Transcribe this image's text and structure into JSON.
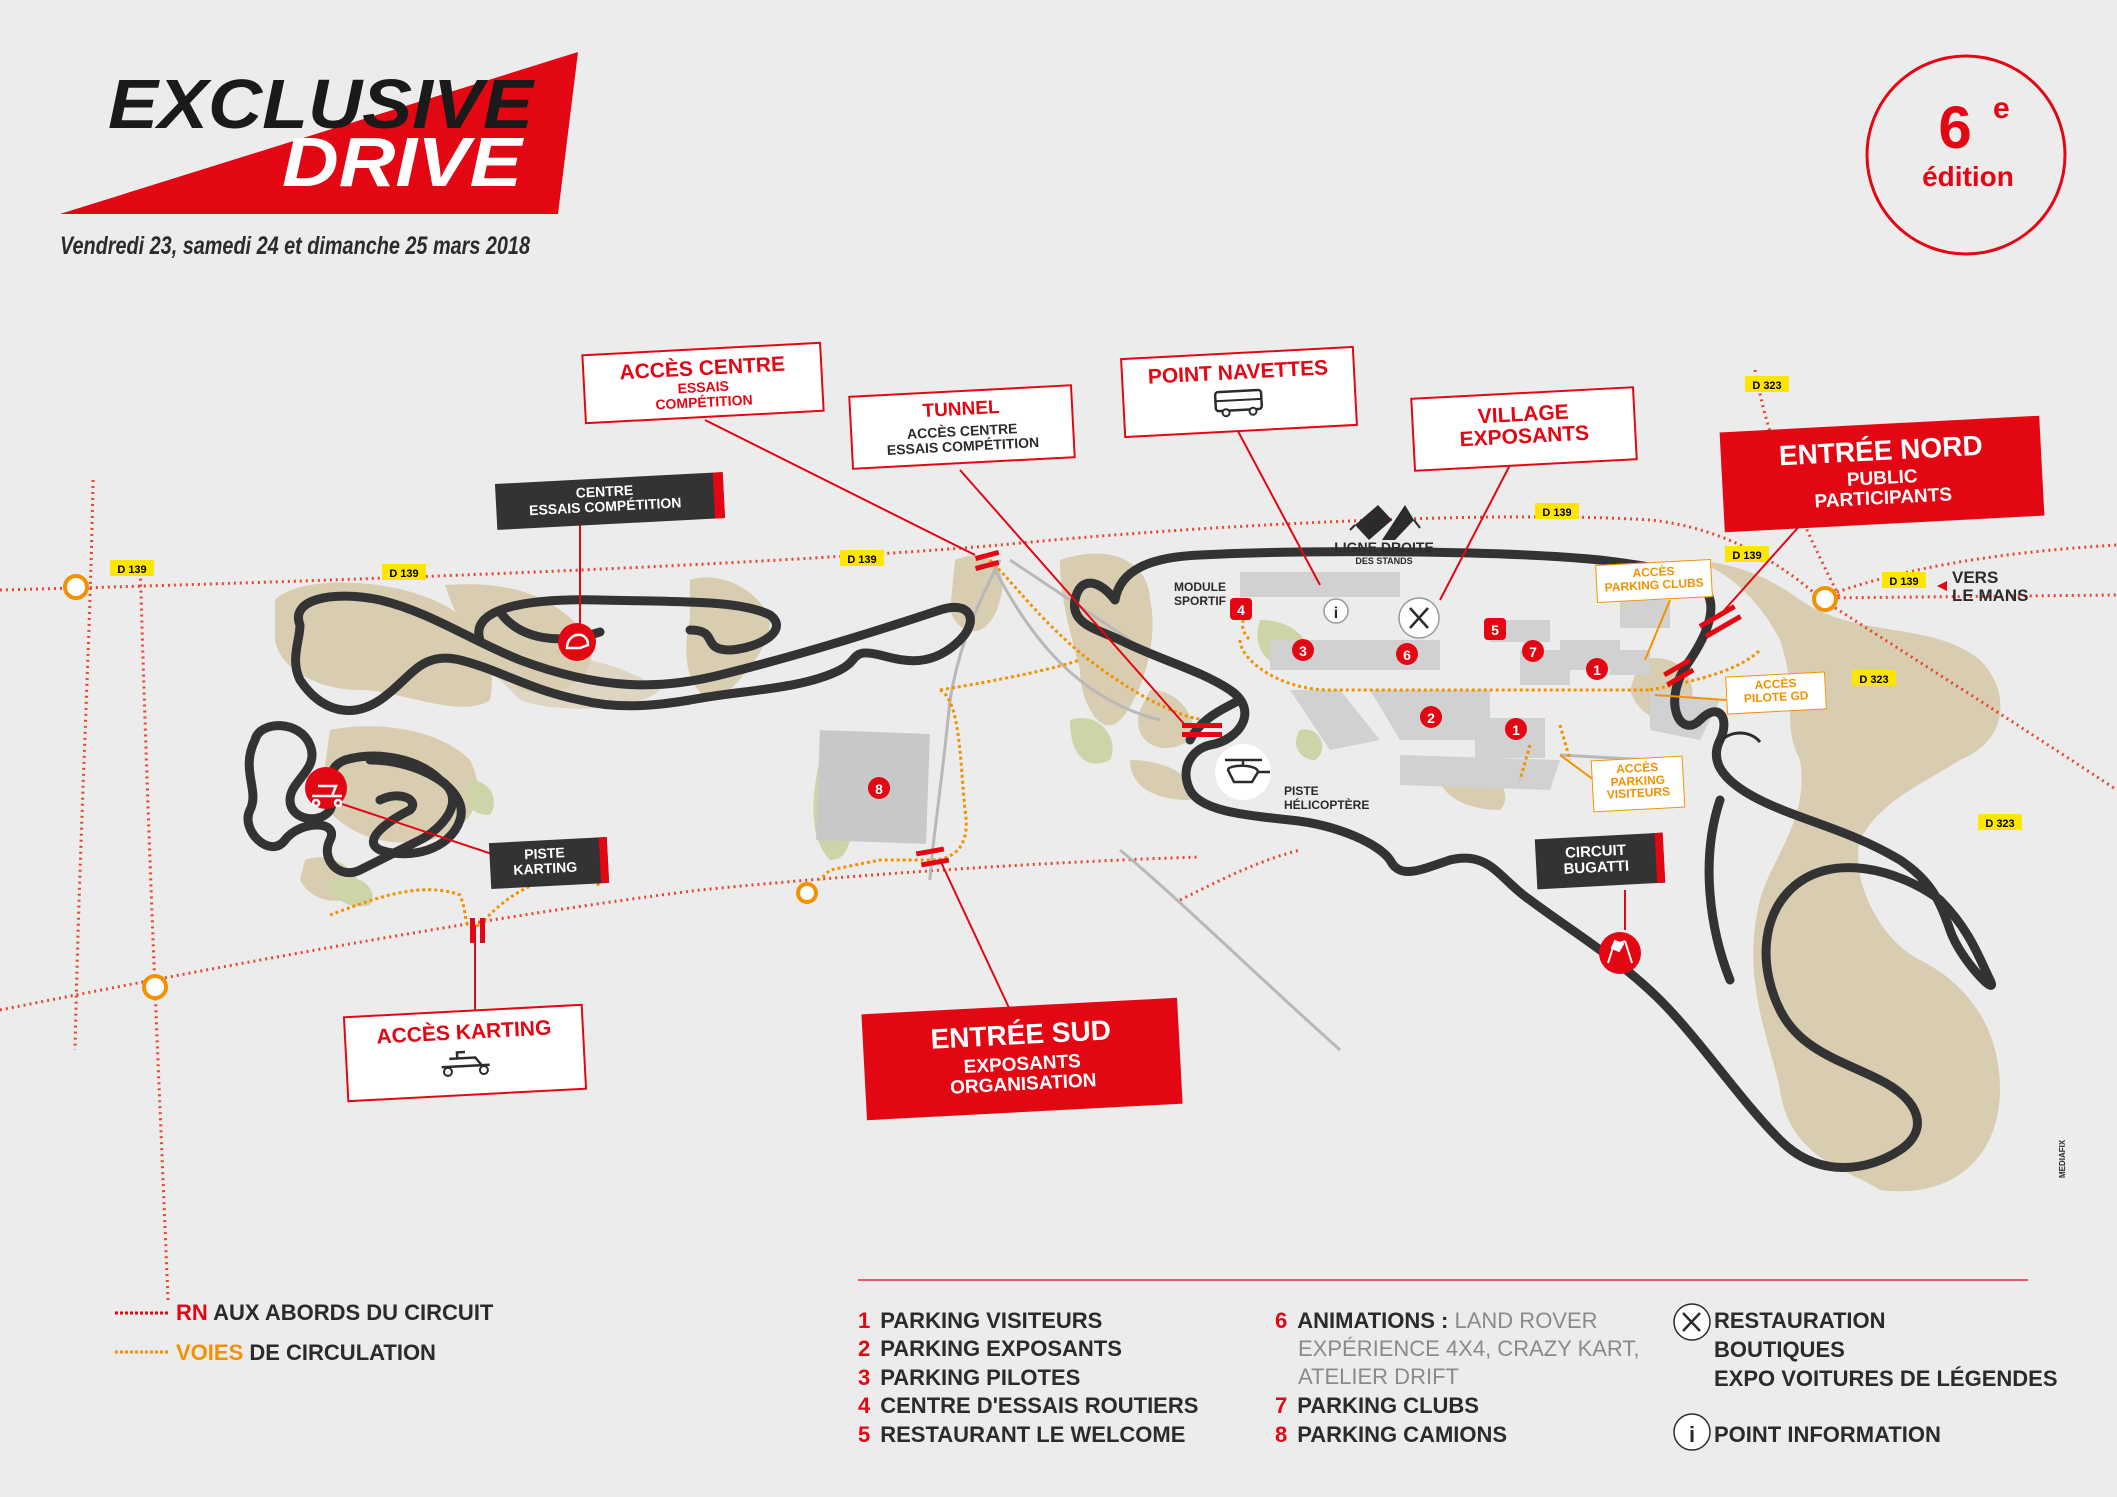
{
  "header": {
    "logo_line1": "EXCLUSIVE",
    "logo_line2": "DRIVE",
    "dates": "Vendredi 23, samedi 24 et dimanche 25 mars 2018",
    "edition_number": "6",
    "edition_sup": "e",
    "edition_word": "édition"
  },
  "colors": {
    "accent": "#e30613",
    "track": "#333333",
    "road": "#e8462f",
    "lane": "#f39200",
    "terrain": "#d8cdb0",
    "background": "#ececec"
  },
  "roads": {
    "d139_labels": [
      "D 139",
      "D 139",
      "D 139",
      "D 139",
      "D 139",
      "D 139"
    ],
    "d323_labels": [
      "D 323",
      "D 323",
      "D 323"
    ],
    "vers": [
      "VERS",
      "LE MANS"
    ]
  },
  "callouts": {
    "acces_centre": {
      "title": "ACCÈS CENTRE",
      "sub1": "ESSAIS",
      "sub2": "COMPÉTITION"
    },
    "tunnel": {
      "title": "TUNNEL",
      "sub1": "ACCÈS CENTRE",
      "sub2": "ESSAIS COMPÉTITION"
    },
    "point_navettes": {
      "title": "POINT NAVETTES",
      "icon": "bus-icon"
    },
    "village": {
      "line1": "VILLAGE",
      "line2": "EXPOSANTS"
    },
    "entree_nord": {
      "title": "ENTRÉE NORD",
      "sub1": "PUBLIC",
      "sub2": "PARTICIPANTS"
    },
    "centre_essais": {
      "line1": "CENTRE",
      "line2": "ESSAIS COMPÉTITION"
    },
    "piste_karting": {
      "line1": "PISTE",
      "line2": "KARTING"
    },
    "acces_karting": {
      "title": "ACCÈS KARTING",
      "icon": "kart-icon"
    },
    "entree_sud": {
      "title": "ENTRÉE SUD",
      "sub1": "EXPOSANTS",
      "sub2": "ORGANISATION"
    },
    "circuit_bugatti": {
      "line1": "CIRCUIT",
      "line2": "BUGATTI"
    },
    "ligne_droite": {
      "line1": "LIGNE DROITE",
      "line2": "DES STANDS"
    },
    "module_sportif": {
      "line1": "MODULE",
      "line2": "SPORTIF"
    },
    "piste_helico": {
      "line1": "PISTE",
      "line2": "HÉLICOPTÈRE"
    },
    "acces_parking_clubs": {
      "line1": "ACCÈS",
      "line2": "PARKING CLUBS"
    },
    "acces_pilote_gd": {
      "line1": "ACCÈS",
      "line2": "PILOTE GD"
    },
    "acces_parking_visiteurs": {
      "line1": "ACCÈS",
      "line2": "PARKING",
      "line3": "VISITEURS"
    },
    "credit": "MEDIAFIX"
  },
  "markers": {
    "m1a": "1",
    "m1b": "1",
    "m2": "2",
    "m3": "3",
    "m4": "4",
    "m5": "5",
    "m6": "6",
    "m7": "7",
    "m8": "8"
  },
  "legend": {
    "rn_key": "RN",
    "rn_rest": " AUX ABORDS DU CIRCUIT",
    "voies_key": "VOIES",
    "voies_rest": " DE CIRCULATION",
    "items": [
      {
        "num": "1",
        "label": "PARKING VISITEURS"
      },
      {
        "num": "2",
        "label": "PARKING EXPOSANTS"
      },
      {
        "num": "3",
        "label": "PARKING PILOTES"
      },
      {
        "num": "4",
        "label": "CENTRE D'ESSAIS ROUTIERS"
      },
      {
        "num": "5",
        "label": "RESTAURANT LE WELCOME"
      }
    ],
    "item6_num": "6",
    "item6_bold": "ANIMATIONS :",
    "item6_light1": " LAND ROVER",
    "item6_light2": "EXPÉRIENCE 4X4, CRAZY KART,",
    "item6_light3": "ATELIER DRIFT",
    "items_b": [
      {
        "num": "7",
        "label": "PARKING CLUBS"
      },
      {
        "num": "8",
        "label": "PARKING CAMIONS"
      }
    ],
    "services": [
      "RESTAURATION",
      "BOUTIQUES",
      "EXPO VOITURES DE LÉGENDES"
    ],
    "info": "POINT INFORMATION"
  }
}
